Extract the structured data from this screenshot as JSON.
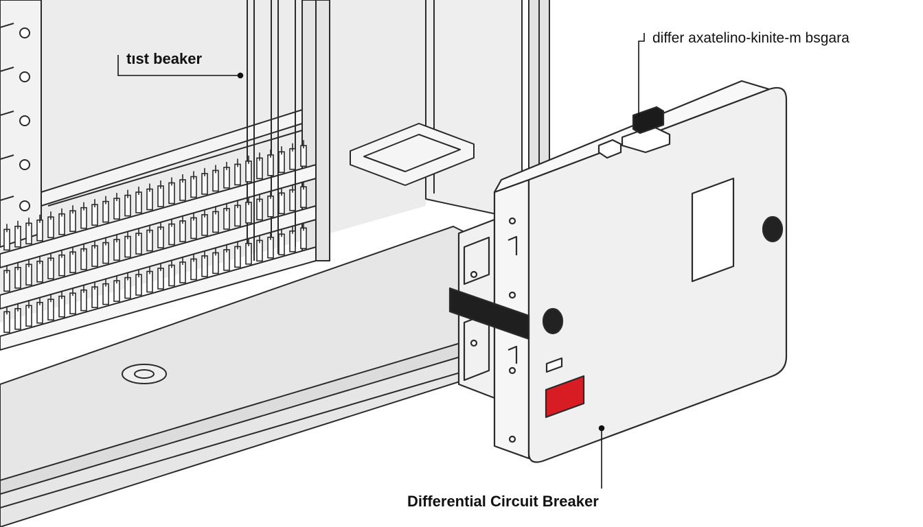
{
  "labels": {
    "test_breaker": "tıst beaker",
    "top_right": "differ axatelino-kinite-m bsgara",
    "bottom": "Differential Circuit Breaker"
  },
  "colors": {
    "line": "#2a2a2a",
    "panel_fill": "#e9e9e9",
    "panel_light": "#f4f4f4",
    "breaker_fill": "#f0f0f0",
    "handle": "#1f1f1f",
    "test_button": "#d81c24"
  }
}
